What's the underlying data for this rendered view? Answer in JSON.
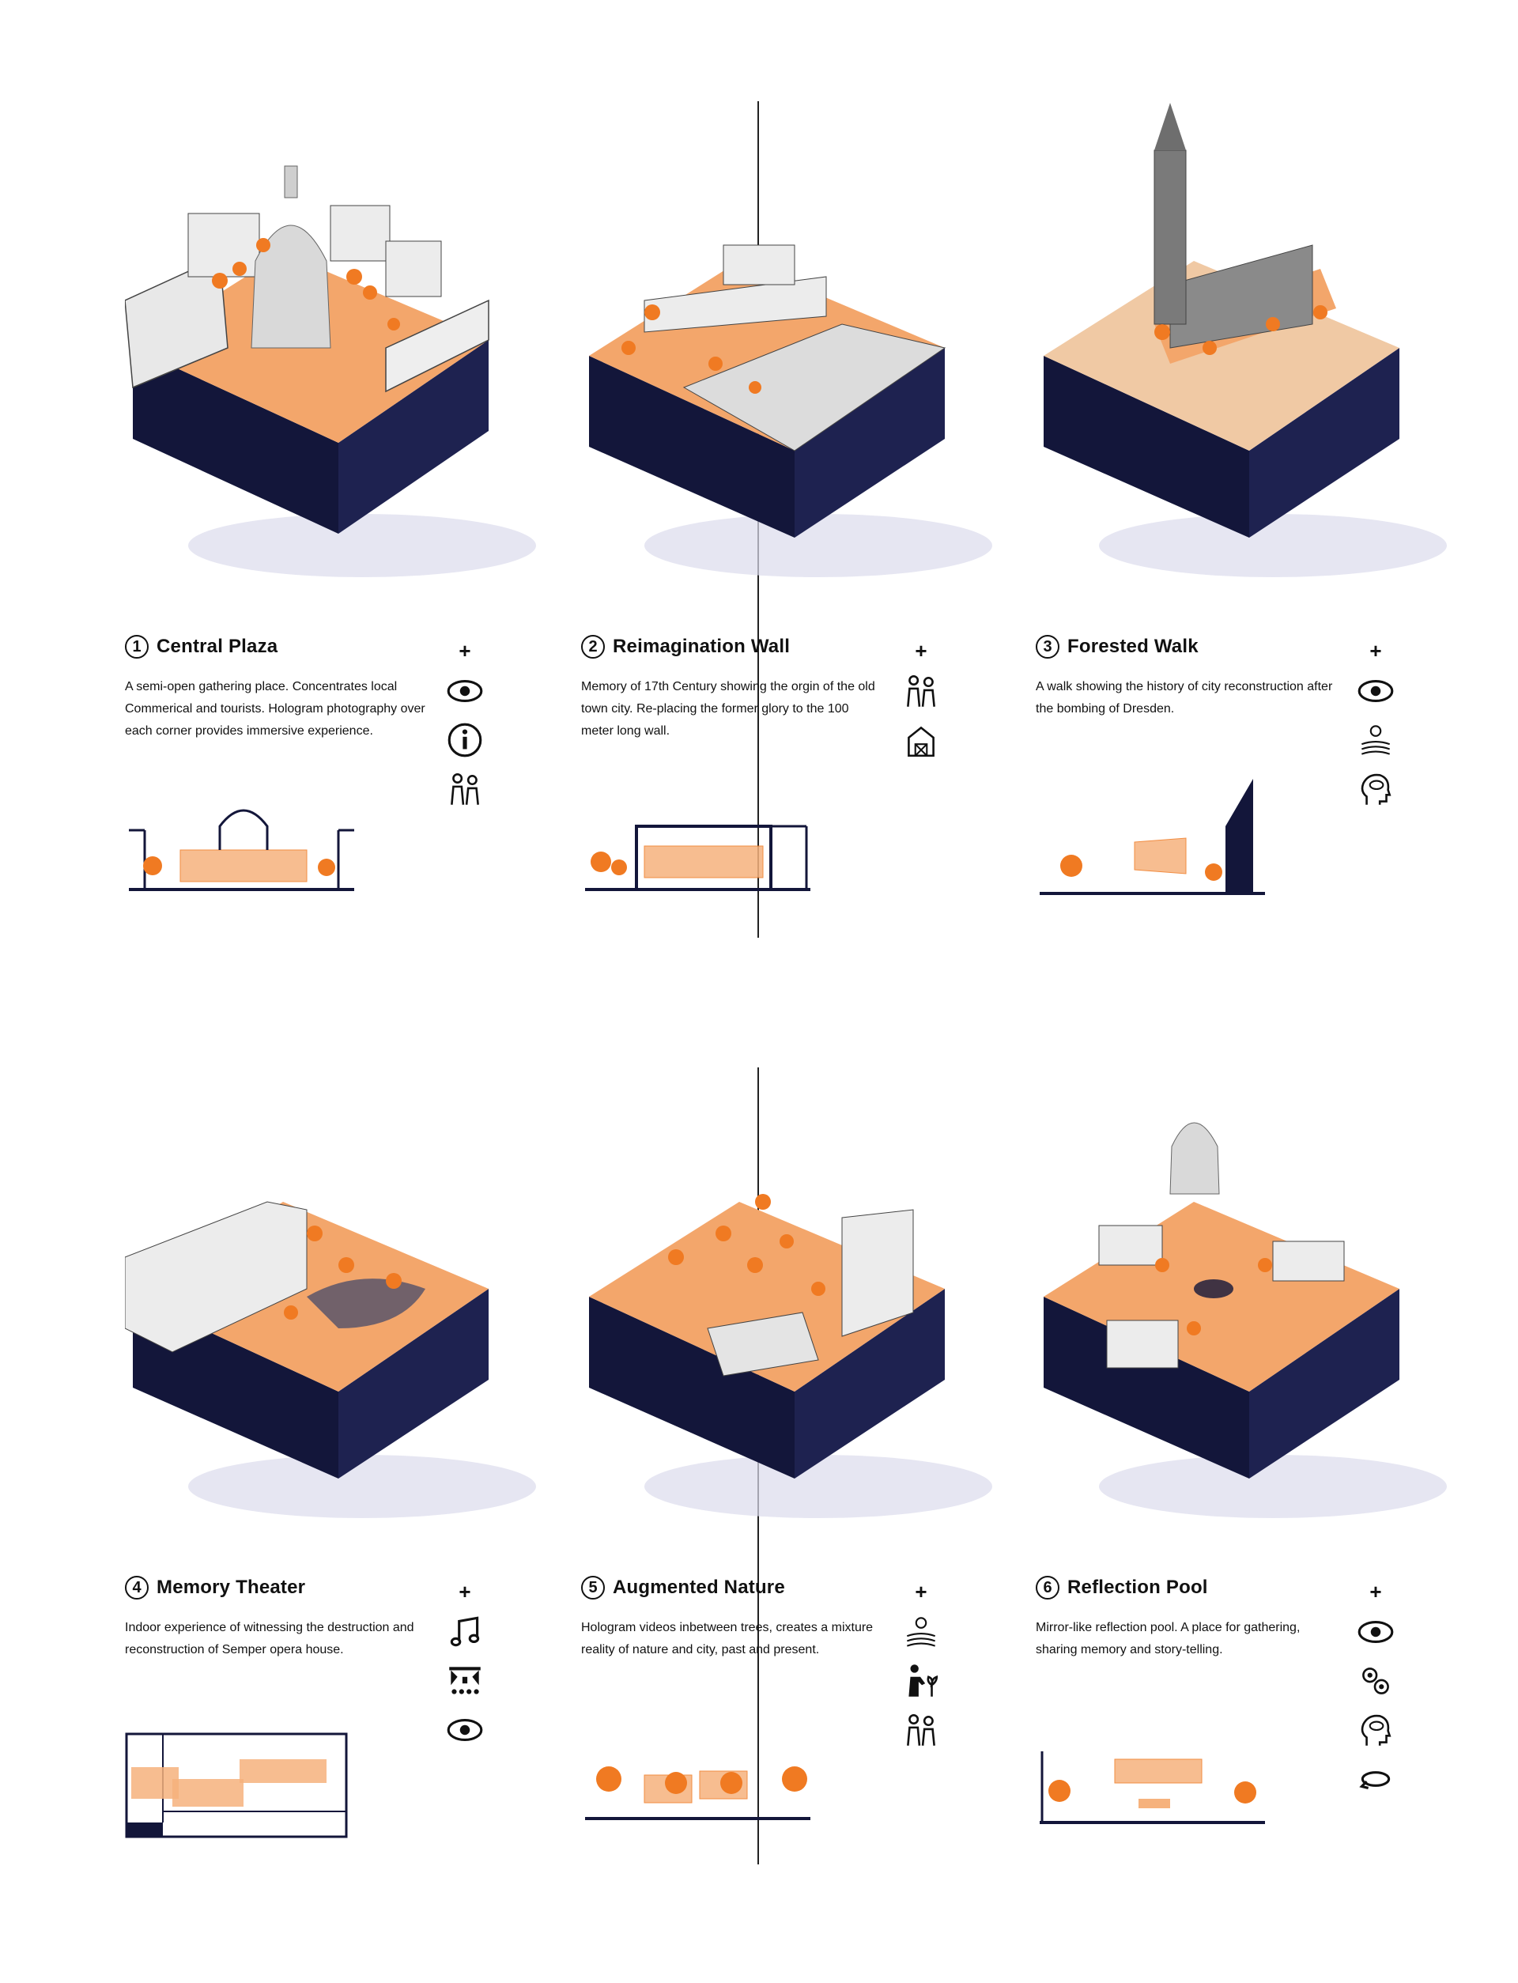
{
  "colors": {
    "accent": "#f07a22",
    "accent_light": "#f6b27d",
    "ground": "#f3a66b",
    "navy": "#13163a",
    "wall": "#ececec",
    "line": "#222222"
  },
  "panels": [
    {
      "num": "1",
      "title": "Central Plaza",
      "desc": "A semi-open gathering place. Concentrates local Commerical and tourists. Hologram photography over each corner provides immersive experience.",
      "icons": [
        "eye-icon",
        "info-icon",
        "people-icon"
      ]
    },
    {
      "num": "2",
      "title": "Reimagination Wall",
      "desc": "Memory of 17th Century showing the orgin of the old town city. Re-placing the former glory to the 100 meter long wall.",
      "icons": [
        "people-icon",
        "barn-icon"
      ]
    },
    {
      "num": "3",
      "title": "Forested Walk",
      "desc": "A walk showing the history of city reconstruction after the bombing of Dresden.",
      "icons": [
        "eye-icon",
        "sun-field-icon",
        "mind-icon"
      ]
    },
    {
      "num": "4",
      "title": "Memory Theater",
      "desc": "Indoor experience of witnessing the destruction and reconstruction of Semper opera house.",
      "icons": [
        "music-icon",
        "theater-icon",
        "eye-icon"
      ]
    },
    {
      "num": "5",
      "title": "Augmented Nature",
      "desc": "Hologram videos inbetween trees, creates a mixture reality of nature and city, past and present.",
      "icons": [
        "sun-field-icon",
        "gardener-icon",
        "people-icon"
      ]
    },
    {
      "num": "6",
      "title": "Reflection Pool",
      "desc": "Mirror-like reflection pool. A place for gathering, sharing memory and story-telling.",
      "icons": [
        "eye-icon",
        "share-icon",
        "mind-icon",
        "rotate-icon"
      ]
    }
  ],
  "plus": "+"
}
